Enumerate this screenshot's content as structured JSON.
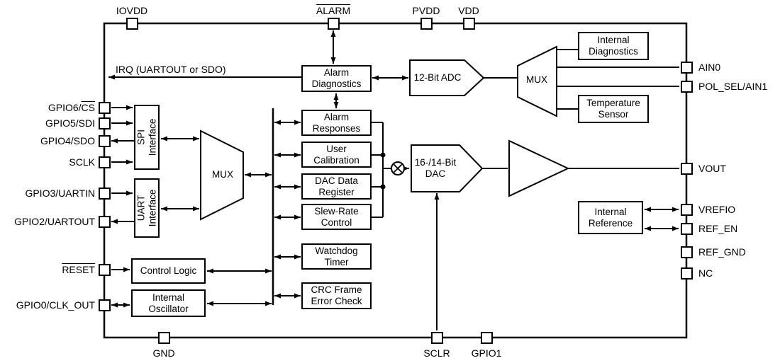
{
  "pins": {
    "top": {
      "iovdd": "IOVDD",
      "alarm": "ALARM",
      "pvdd": "PVDD",
      "vdd": "VDD"
    },
    "bottom": {
      "gnd": "GND",
      "sclr": "SCLR",
      "gpio1": "GPIO1"
    },
    "left": {
      "gpio6_pre": "GPIO6/",
      "gpio6_ov": "CS",
      "gpio5": "GPIO5/SDI",
      "gpio4": "GPIO4/SDO",
      "sclk": "SCLK",
      "gpio3": "GPIO3/UARTIN",
      "gpio2": "GPIO2/UARTOUT",
      "reset": "RESET",
      "gpio0": "GPIO0/CLK_OUT"
    },
    "right": {
      "ain0": "AIN0",
      "pol_sel_ain1": "POL_SEL/AIN1",
      "vout": "VOUT",
      "vrefio": "VREFIO",
      "ref_en": "REF_EN",
      "ref_gnd": "REF_GND",
      "nc": "NC"
    }
  },
  "signals": {
    "irq": "IRQ (UARTOUT or SDO)"
  },
  "blocks": {
    "alarm_diagnostics": "Alarm\nDiagnostics",
    "alarm_responses": "Alarm\nResponses",
    "user_calibration": "User\nCalibration",
    "dac_data_register": "DAC Data\nRegister",
    "slew_rate_control": "Slew-Rate\nControl",
    "watchdog_timer": "Watchdog\nTimer",
    "crc_frame_error_check": "CRC Frame\nError Check",
    "control_logic": "Control Logic",
    "internal_oscillator": "Internal\nOscillator",
    "internal_diagnostics": "Internal\nDiagnostics",
    "temperature_sensor": "Temperature\nSensor",
    "internal_reference": "Internal\nReference",
    "spi_interface": "SPI\nInterface",
    "uart_interface": "UART\nInterface",
    "adc": "12-Bit ADC",
    "dac": "16-/14-Bit\nDAC",
    "mux_left": "MUX",
    "mux_right": "MUX"
  },
  "colors": {
    "stroke": "#000000",
    "background": "#ffffff"
  }
}
